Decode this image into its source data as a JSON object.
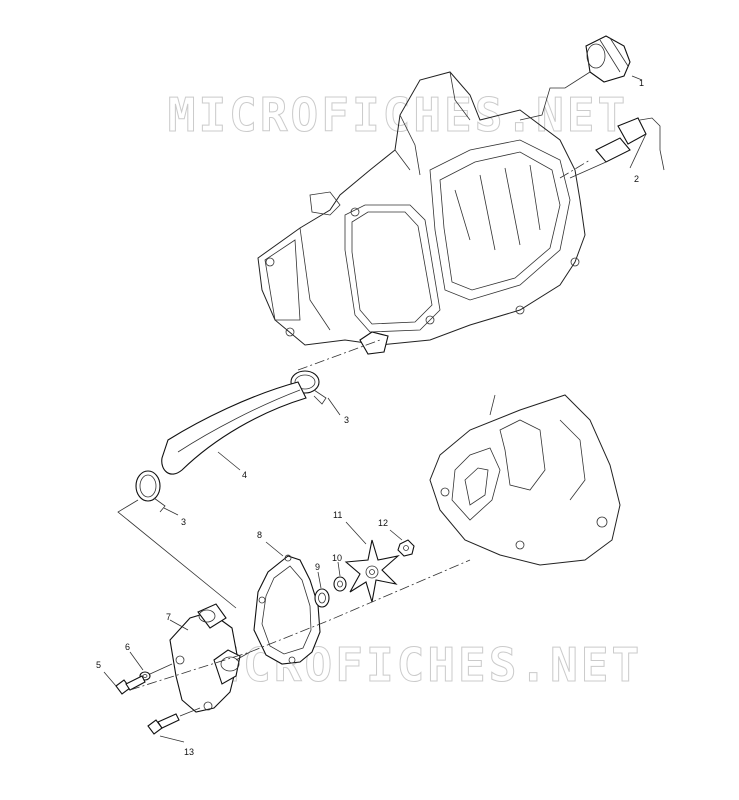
{
  "watermark": {
    "top": "MICROFICHES.NET",
    "bottom": "MICROFICHES.NET"
  },
  "callouts": [
    {
      "id": "c1",
      "text": "1"
    },
    {
      "id": "c2",
      "text": "2"
    },
    {
      "id": "c3a",
      "text": "3"
    },
    {
      "id": "c3b",
      "text": "3"
    },
    {
      "id": "c4",
      "text": "4"
    },
    {
      "id": "c5",
      "text": "5"
    },
    {
      "id": "c6",
      "text": "6"
    },
    {
      "id": "c7",
      "text": "7"
    },
    {
      "id": "c8",
      "text": "8"
    },
    {
      "id": "c9",
      "text": "9"
    },
    {
      "id": "c10",
      "text": "10"
    },
    {
      "id": "c11",
      "text": "11"
    },
    {
      "id": "c12",
      "text": "12"
    },
    {
      "id": "c13",
      "text": "13"
    }
  ]
}
